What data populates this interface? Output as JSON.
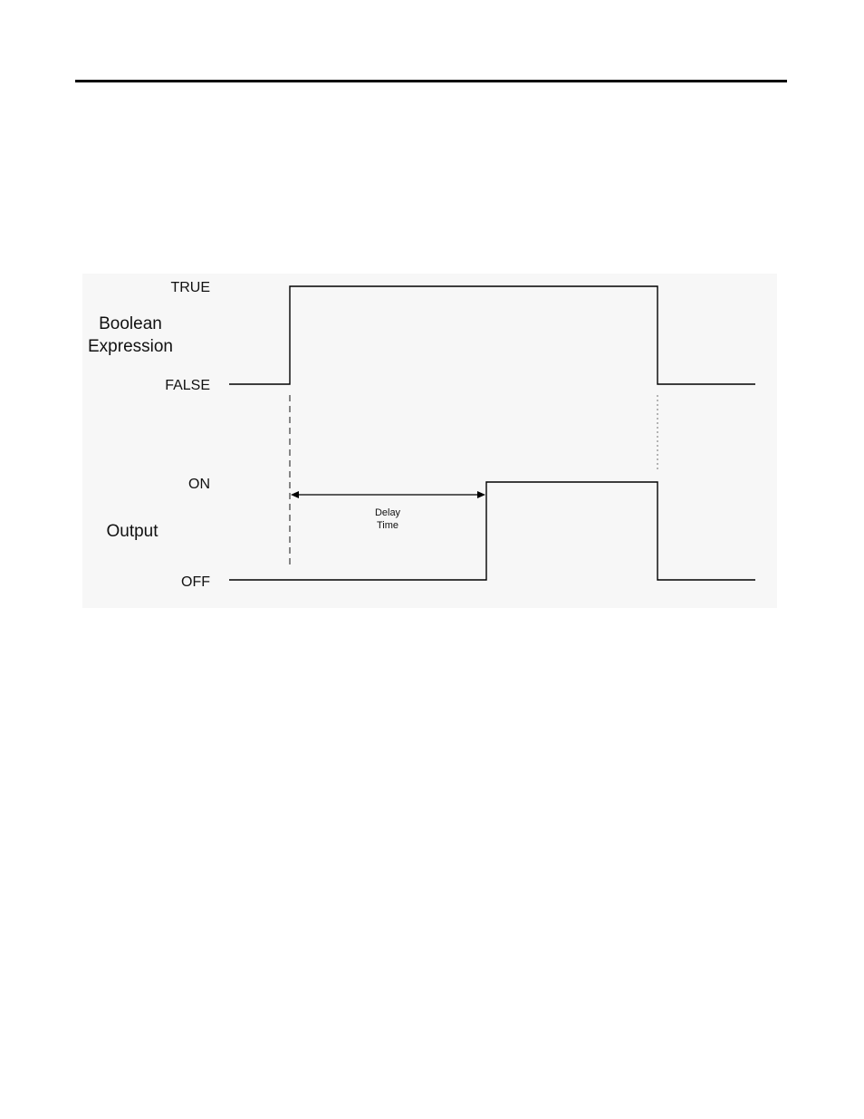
{
  "boolean_expression": {
    "group_label_line1": "Boolean",
    "group_label_line2": "Expression",
    "high_level_label": "TRUE",
    "low_level_label": "FALSE"
  },
  "output": {
    "group_label": "Output",
    "high_level_label": "ON",
    "low_level_label": "OFF"
  },
  "delay": {
    "label_line1": "Delay",
    "label_line2": "Time"
  },
  "colors": {
    "line": "#000000",
    "panel_background": "#f7f7f7",
    "marker": "#777777"
  }
}
